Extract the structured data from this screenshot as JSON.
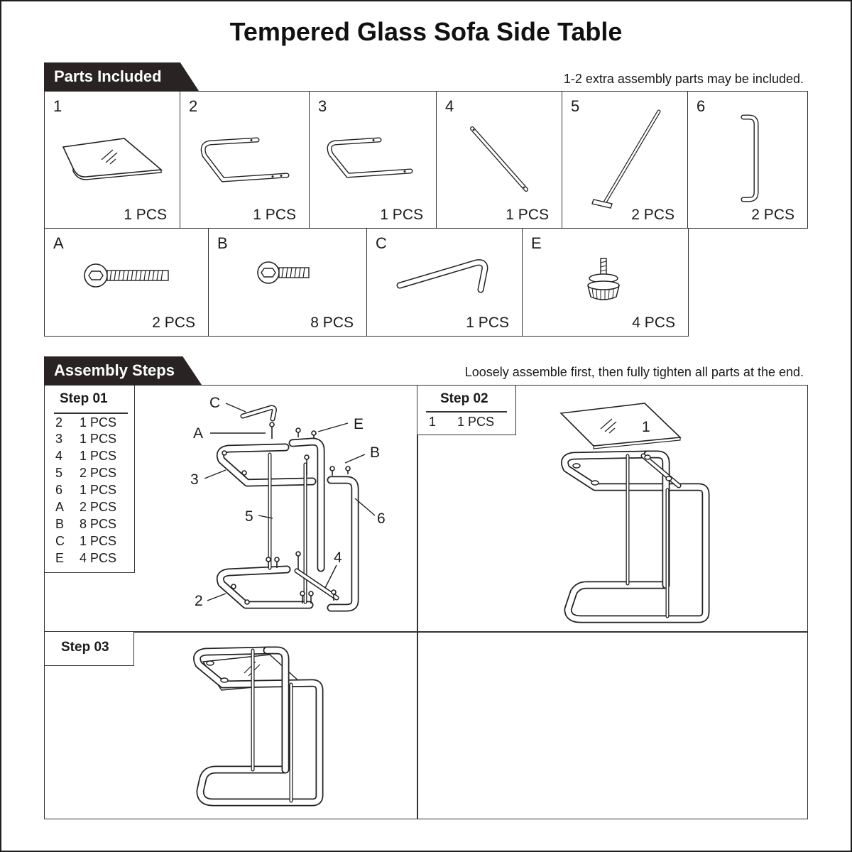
{
  "title": "Tempered Glass Sofa Side Table",
  "parts_section": {
    "label": "Parts Included",
    "note": "1-2 extra assembly parts may be included.",
    "row1": [
      {
        "id": "1",
        "qty": "1 PCS",
        "icon": "glass-panel-icon"
      },
      {
        "id": "2",
        "qty": "1 PCS",
        "icon": "u-frame-icon"
      },
      {
        "id": "3",
        "qty": "1 PCS",
        "icon": "u-frame-icon"
      },
      {
        "id": "4",
        "qty": "1 PCS",
        "icon": "short-bar-icon"
      },
      {
        "id": "5",
        "qty": "2 PCS",
        "icon": "long-rod-icon"
      },
      {
        "id": "6",
        "qty": "2 PCS",
        "icon": "side-handle-icon"
      }
    ],
    "row2": [
      {
        "id": "A",
        "qty": "2 PCS",
        "icon": "long-bolt-icon"
      },
      {
        "id": "B",
        "qty": "8 PCS",
        "icon": "short-bolt-icon"
      },
      {
        "id": "C",
        "qty": "1 PCS",
        "icon": "allen-key-icon"
      },
      {
        "id": "E",
        "qty": "4 PCS",
        "icon": "leveling-foot-icon"
      }
    ]
  },
  "steps_section": {
    "label": "Assembly Steps",
    "note": "Loosely assemble first, then fully tighten all parts at the end.",
    "step1": {
      "title": "Step 01",
      "items": [
        {
          "code": "2",
          "qty": "1 PCS"
        },
        {
          "code": "3",
          "qty": "1 PCS"
        },
        {
          "code": "4",
          "qty": "1 PCS"
        },
        {
          "code": "5",
          "qty": "2 PCS"
        },
        {
          "code": "6",
          "qty": "1 PCS"
        },
        {
          "code": "A",
          "qty": "2 PCS"
        },
        {
          "code": "B",
          "qty": "8 PCS"
        },
        {
          "code": "C",
          "qty": "1 PCS"
        },
        {
          "code": "E",
          "qty": "4 PCS"
        }
      ],
      "callouts": {
        "c": "C",
        "a": "A",
        "e": "E",
        "b": "B",
        "three": "3",
        "five": "5",
        "six": "6",
        "four": "4",
        "two": "2"
      }
    },
    "step2": {
      "title": "Step 02",
      "items": [
        {
          "code": "1",
          "qty": "1 PCS"
        }
      ],
      "callout": "1"
    },
    "step3": {
      "title": "Step 03"
    }
  }
}
